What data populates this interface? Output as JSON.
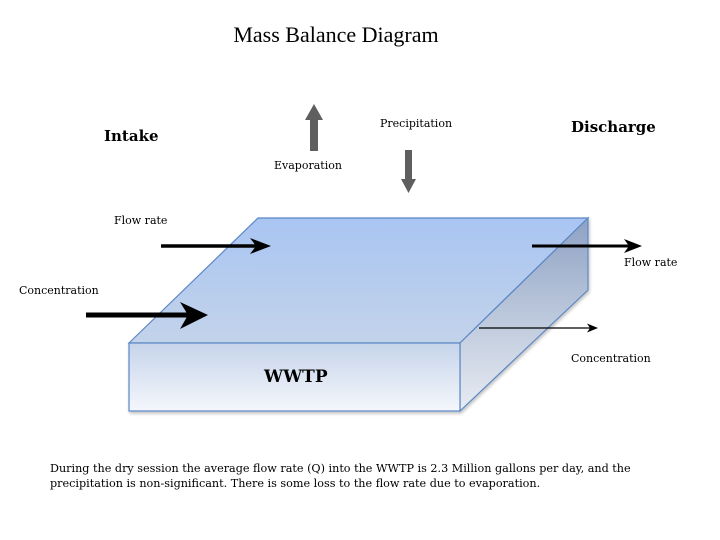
{
  "title": "Mass Balance Diagram",
  "sections": {
    "intake": "Intake",
    "discharge": "Discharge"
  },
  "labels": {
    "evaporation": "Evaporation",
    "precipitation": "Precipitation",
    "intake_flow_rate": "Flow rate",
    "intake_concentration": "Concentration",
    "discharge_flow_rate": "Flow rate",
    "discharge_concentration": "Concentration"
  },
  "box": {
    "label": "WWTP"
  },
  "arrows": [
    {
      "name": "evaporation-arrow",
      "direction": "up",
      "color": "#5f5f5f"
    },
    {
      "name": "precipitation-arrow",
      "direction": "down",
      "color": "#5f5f5f"
    },
    {
      "name": "intake-flow-rate-arrow",
      "direction": "right",
      "color": "#000000"
    },
    {
      "name": "intake-concentration-arrow",
      "direction": "right",
      "color": "#000000"
    },
    {
      "name": "discharge-flow-rate-arrow",
      "direction": "right",
      "color": "#000000"
    },
    {
      "name": "discharge-concentration-arrow",
      "direction": "right",
      "color": "#000000"
    }
  ],
  "colors": {
    "box_top_light": "#a9c5f2",
    "box_top_dark": "#c3d3ea",
    "box_front_top": "#c6d4ea",
    "box_front_bottom": "#f4f7fc",
    "box_side_top": "#8ea2c4",
    "box_side_bottom": "#e8ecf2",
    "box_stroke": "#5b87c5"
  },
  "caption": "During the dry session the average flow rate (Q) into the WWTP is 2.3 Million gallons per day, and the precipitation is non-significant.  There is some loss to the flow rate due to evaporation."
}
